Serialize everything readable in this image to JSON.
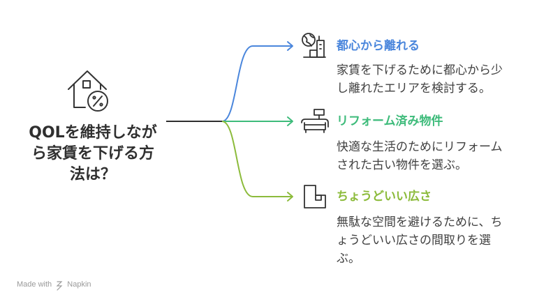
{
  "main": {
    "title_lines": [
      "QOLを維持しなが",
      "ら家賃を下げる方",
      "法は？"
    ]
  },
  "branches": [
    {
      "title": "都心から離れる",
      "desc_lines": [
        "家賃を下げるために都心から少",
        "し離れたエリアを検討する。"
      ],
      "color": "#4a86dc",
      "icon": "city-globe-icon"
    },
    {
      "title": "リフォーム済み物件",
      "desc_lines": [
        "快適な生活のためにリフォーム",
        "された古い物件を選ぶ。"
      ],
      "color": "#3dbb7a",
      "icon": "sofa-lamp-icon"
    },
    {
      "title": "ちょうどいい広さ",
      "desc_lines": [
        "無駄な空間を避けるために、ち",
        "ょうどいい広さの間取りを選",
        "ぶ。"
      ],
      "color": "#8cbb3b",
      "icon": "floor-plan-icon"
    }
  ],
  "footer": {
    "made_with": "Made with",
    "brand": "Napkin"
  }
}
